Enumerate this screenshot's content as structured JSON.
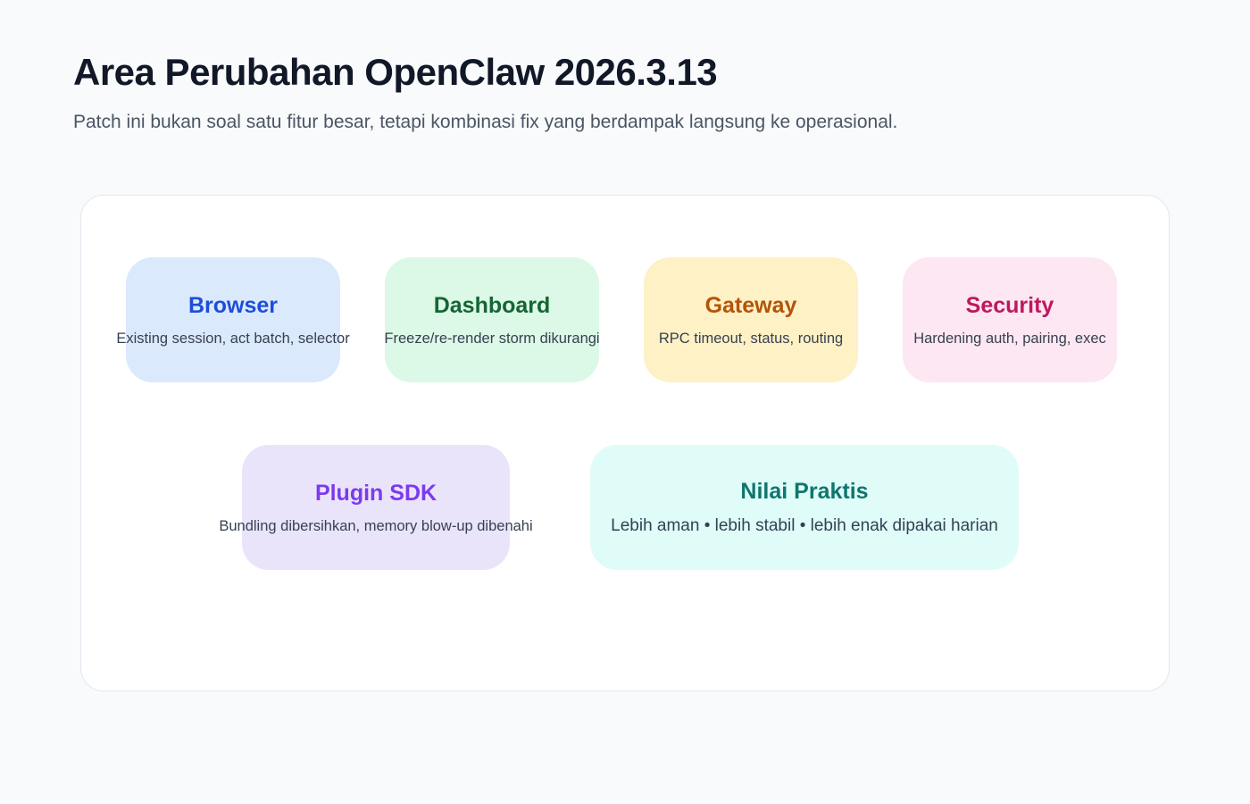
{
  "page": {
    "title": "Area Perubahan OpenClaw 2026.3.13",
    "subtitle": "Patch ini bukan soal satu fitur besar, tetapi kombinasi fix yang berdampak langsung ke operasional.",
    "background_color": "#f8fafc",
    "title_color": "#111827",
    "subtitle_color": "#4b5563"
  },
  "panel": {
    "background_color": "#ffffff",
    "border_color": "#e2e8f0"
  },
  "cards": [
    {
      "id": "browser",
      "title": "Browser",
      "description": "Existing session, act batch, selector",
      "bg_color": "#dbe9fd",
      "title_color": "#1d4ed8"
    },
    {
      "id": "dashboard",
      "title": "Dashboard",
      "description": "Freeze/re-render storm dikurangi",
      "bg_color": "#dcf8e6",
      "title_color": "#166534"
    },
    {
      "id": "gateway",
      "title": "Gateway",
      "description": "RPC timeout, status, routing",
      "bg_color": "#fdf1c5",
      "title_color": "#b45309"
    },
    {
      "id": "security",
      "title": "Security",
      "description": "Hardening auth, pairing, exec",
      "bg_color": "#fce7f2",
      "title_color": "#be185d"
    },
    {
      "id": "plugin-sdk",
      "title": "Plugin SDK",
      "description": "Bundling dibersihkan, memory blow-up dibenahi",
      "bg_color": "#eae4fb",
      "title_color": "#7c3aed"
    },
    {
      "id": "nilai-praktis",
      "title": "Nilai Praktis",
      "description": "Lebih aman • lebih stabil • lebih enak dipakai harian",
      "bg_color": "#e0fcf9",
      "title_color": "#0f766e"
    }
  ]
}
